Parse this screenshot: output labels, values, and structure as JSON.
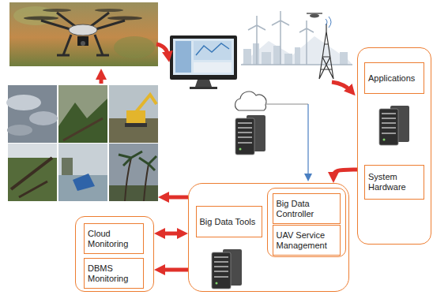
{
  "diagram": {
    "nodes": [
      {
        "text": []
      },
      {
        "text": [
          "Applications"
        ],
        "in": 0
      },
      {
        "text": [
          "System Hardware"
        ],
        "in": 0
      },
      {
        "text": []
      },
      {
        "text": [
          "Big Data Tools"
        ],
        "in": 3
      },
      {
        "text": [],
        "in": 3
      },
      {
        "text": [
          "Big Data Controller"
        ],
        "in": 5
      },
      {
        "text": [
          "UAV Service Management"
        ],
        "in": 5
      },
      {
        "text": []
      },
      {
        "text": [
          "Cloud Monitoring"
        ],
        "in": 8
      },
      {
        "text": [
          "DBMS Monitoring"
        ],
        "in": 8
      }
    ],
    "edges": [
      {
        "from": 0,
        "to": 3,
        "arrow": "to"
      },
      {
        "from": 3,
        "to": 8,
        "arrow": "both"
      },
      {
        "from": 3,
        "to": 8,
        "arrow": "to"
      }
    ]
  }
}
